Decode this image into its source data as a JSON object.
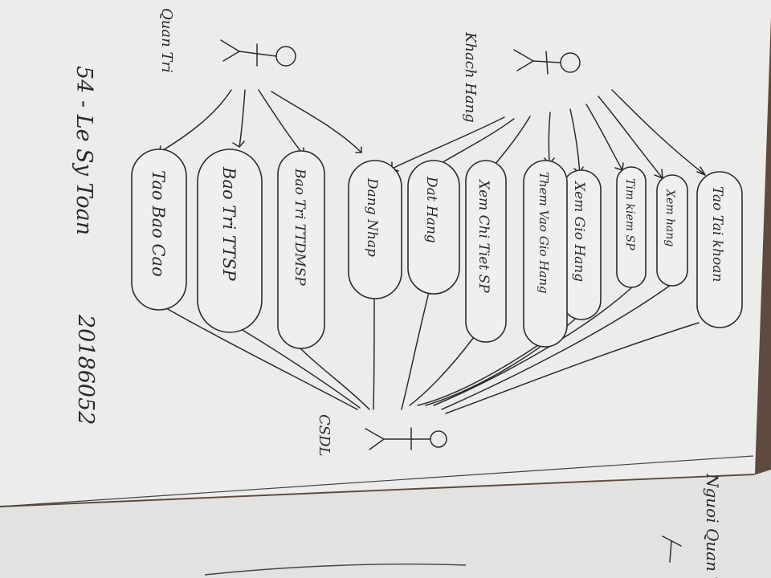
{
  "diagram": {
    "actors": {
      "customer": "Khach Hang",
      "admin": "Quan Tri",
      "database": "CSDL",
      "admin_person": "Nguoi Quan Tri"
    },
    "use_cases": {
      "create_account": "Tao Tai khoan",
      "view_products": "Xem hang",
      "search_products": "Tim kiem SP",
      "view_cart": "Xem Gio Hang",
      "add_to_cart": "Them Vao Gio Hang",
      "view_product_detail": "Xem Chi Tiet SP",
      "place_order": "Dat Hang",
      "login": "Dang Nhap",
      "maintain_product_category": "Bao Tri TTDMSP",
      "maintain_product_info": "Bao Tri TTSP",
      "create_report": "Tao Bao Cao"
    },
    "author": {
      "name": "54 - Le Sy Toan",
      "student_id": "20186052"
    }
  }
}
